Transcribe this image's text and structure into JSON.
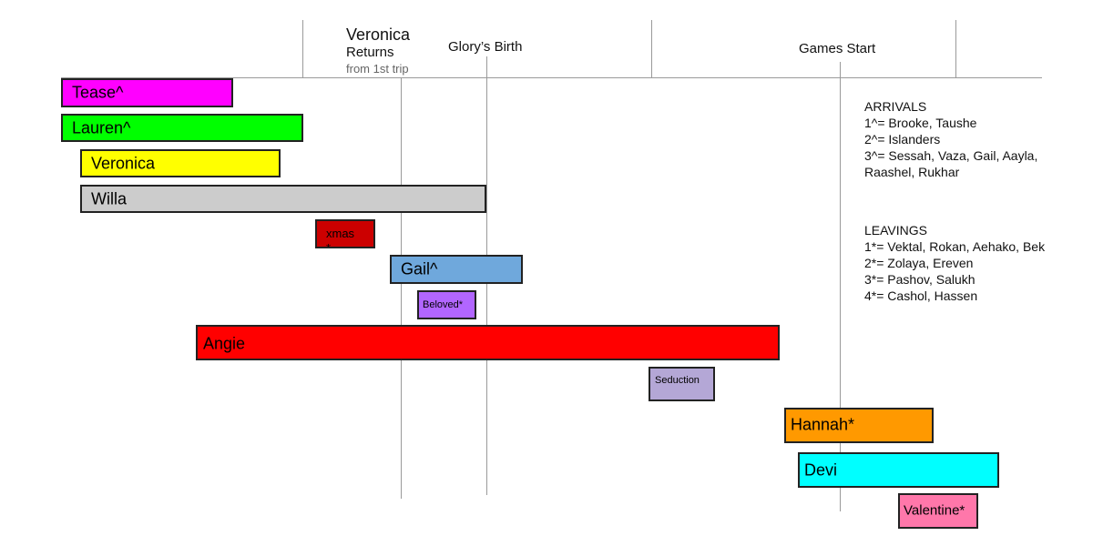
{
  "markers": {
    "veronica_returns_name": "Veronica",
    "veronica_returns_word": "Returns",
    "veronica_returns_sub": "from 1st trip",
    "glorys_birth": "Glory’s Birth",
    "games_start": "Games Start"
  },
  "bars": {
    "tease": {
      "label": "Tease^",
      "color": "#ff00ff"
    },
    "lauren": {
      "label": "Lauren^",
      "color": "#00ff00"
    },
    "veronica": {
      "label": "Veronica",
      "color": "#ffff00"
    },
    "willa": {
      "label": "Willa",
      "color": "#cccccc"
    },
    "xmas": {
      "label": "xmas",
      "extra": "*",
      "color": "#cc0000"
    },
    "gail": {
      "label": "Gail^",
      "color": "#6fa8dc"
    },
    "beloved": {
      "label": "Beloved*",
      "color": "#b266ff"
    },
    "angie": {
      "label": "Angie",
      "color": "#ff0000"
    },
    "seduction": {
      "label": "Seduction",
      "color": "#b4a7d6"
    },
    "hannah": {
      "label": "Hannah*",
      "color": "#ff9900"
    },
    "devi": {
      "label": "Devi",
      "color": "#00ffff"
    },
    "valentine": {
      "label": "Valentine*",
      "color": "#ff77aa"
    }
  },
  "legend": {
    "arrivals_title": "ARRIVALS",
    "arrivals": [
      "1^= Brooke, Taushe",
      "2^= Islanders",
      "3^= Sessah, Vaza, Gail, Aayla,",
      "Raashel, Rukhar"
    ],
    "leavings_title": "LEAVINGS",
    "leavings": [
      "1*= Vektal, Rokan, Aehako, Bek",
      "2*= Zolaya, Ereven",
      "3*= Pashov, Salukh",
      "4*= Cashol, Hassen"
    ]
  }
}
